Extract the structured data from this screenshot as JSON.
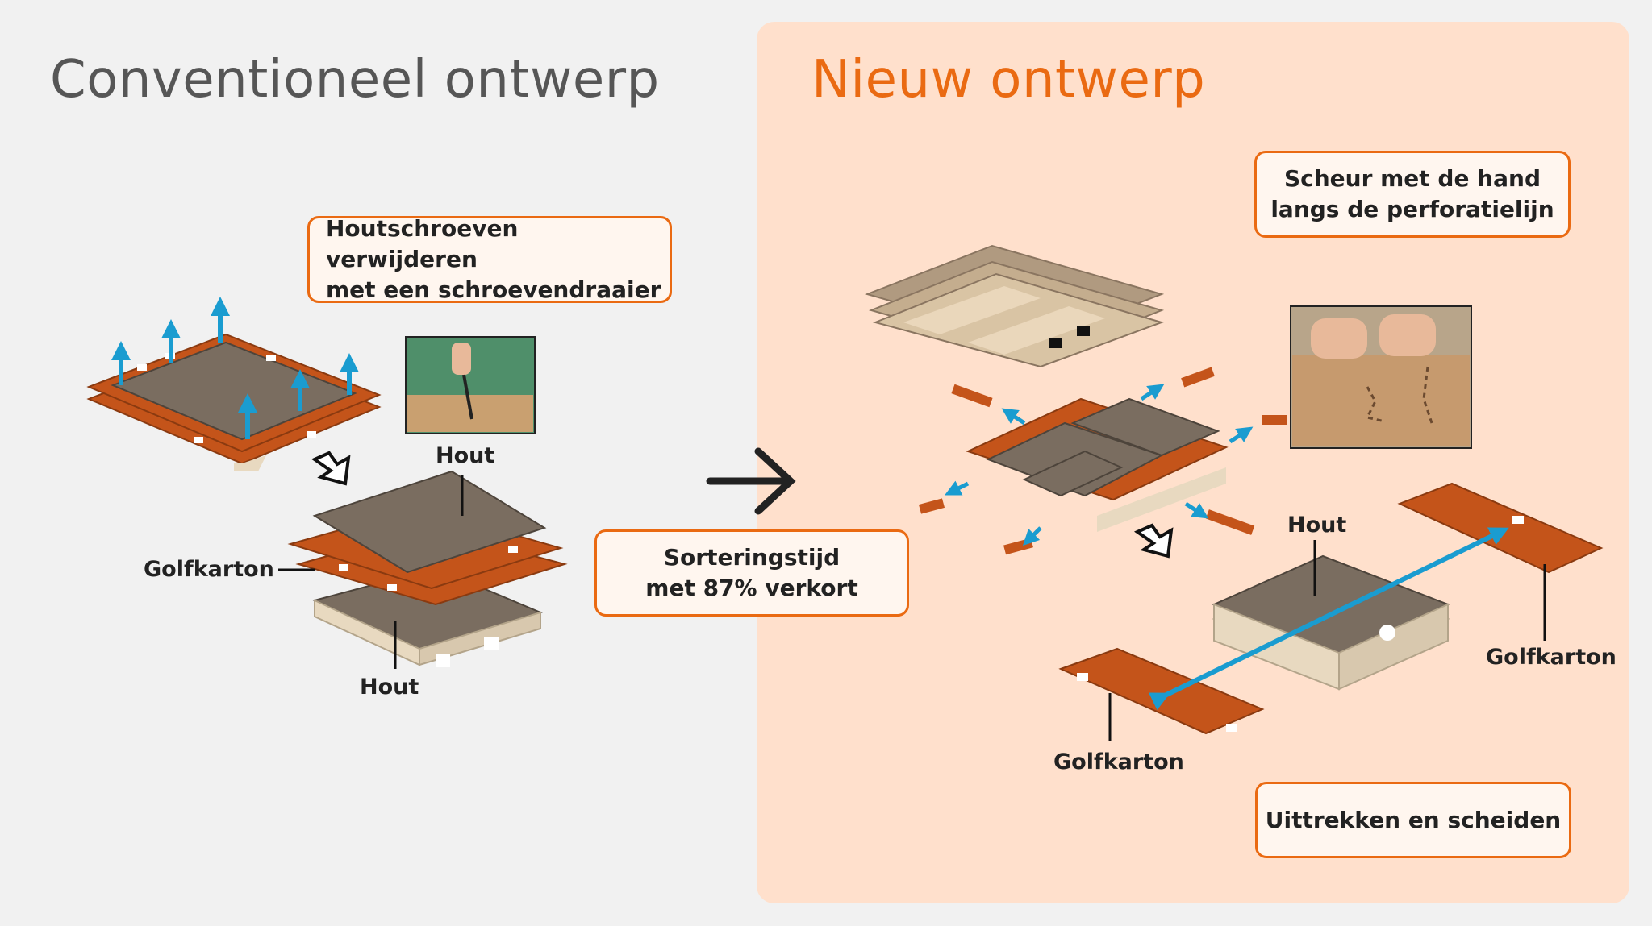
{
  "left": {
    "title": "Conventioneel ontwerp",
    "callout": {
      "line1": "Houtschroeven verwijderen",
      "line2": "met een schroevendraaier"
    },
    "labels": {
      "hout_top": "Hout",
      "golfkarton": "Golfkarton",
      "hout_bottom": "Hout"
    }
  },
  "center": {
    "callout": {
      "line1": "Sorteringstijd",
      "line2": "met 87% verkort"
    }
  },
  "right": {
    "title": "Nieuw ontwerp",
    "callout_top": {
      "line1": "Scheur met de hand",
      "line2": "langs de perforatielijn"
    },
    "callout_bottom": "Uittrekken en scheiden",
    "labels": {
      "hout": "Hout",
      "golfkarton_right": "Golfkarton",
      "golfkarton_left": "Golfkarton"
    }
  },
  "colors": {
    "accent": "#ea6a12",
    "cardboard": "#c4541a",
    "wood": "#7a6d60",
    "arrow_blue": "#1a9cd0",
    "panel_bg": "#ffe0cc",
    "page_bg": "#f1f1f1"
  }
}
